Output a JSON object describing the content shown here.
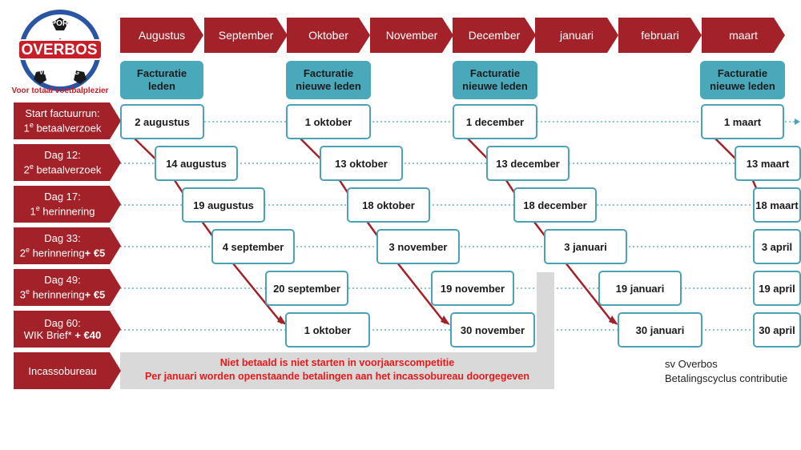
{
  "logo": {
    "top_text": "SPORT",
    "name": "OVERBOS",
    "bottom_text": "VERENIGING",
    "tagline": "Voor totaal voetbalplezier"
  },
  "months": [
    "Augustus",
    "September",
    "Oktober",
    "November",
    "December",
    "januari",
    "februari",
    "maart"
  ],
  "invoicing": [
    {
      "label": "Facturatie leden"
    },
    {
      "label": "Facturatie nieuwe leden"
    },
    {
      "label": "Facturatie nieuwe leden"
    },
    {
      "label": "Facturatie nieuwe leden"
    }
  ],
  "rows": [
    {
      "l1": "Start factuurrun:",
      "l2n": "1",
      "l2s": "e",
      "l2t": " betaalverzoek",
      "fee": ""
    },
    {
      "l1": "Dag 12:",
      "l2n": "2",
      "l2s": "e",
      "l2t": " betaalverzoek",
      "fee": ""
    },
    {
      "l1": "Dag 17:",
      "l2n": "1",
      "l2s": "e",
      "l2t": " herinnering",
      "fee": ""
    },
    {
      "l1": "Dag 33:",
      "l2n": "2",
      "l2s": "e",
      "l2t": " herinnering",
      "fee": "+ €5"
    },
    {
      "l1": "Dag 49:",
      "l2n": "3",
      "l2s": "e",
      "l2t": " herinnering",
      "fee": "+ €5"
    },
    {
      "l1": "Dag 60:",
      "l2n": "",
      "l2s": "",
      "l2t": "WIK Brief*",
      "fee": " + €40"
    },
    {
      "l1": "Incassobureau",
      "l2n": "",
      "l2s": "",
      "l2t": "",
      "fee": ""
    }
  ],
  "cycles": [
    {
      "dates": [
        "2 augustus",
        "14 augustus",
        "19 augustus",
        "4 september",
        "20 september",
        "1 oktober"
      ]
    },
    {
      "dates": [
        "1 oktober",
        "13 oktober",
        "18 oktober",
        "3 november",
        "19 november",
        "30 november"
      ]
    },
    {
      "dates": [
        "1 december",
        "13 december",
        "18 december",
        "3 januari",
        "19 januari",
        "30 januari"
      ]
    },
    {
      "dates": [
        "1 maart",
        "13 maart",
        "18 maart",
        "3 april",
        "19 april",
        "30 april"
      ]
    }
  ],
  "notice": {
    "line1": "Niet betaald is niet starten in voorjaarscompetitie",
    "line2": "Per januari worden openstaande betalingen aan het incassobureau doorgegeven"
  },
  "caption": {
    "line1": "sv Overbos",
    "line2": "Betalingscyclus contributie"
  },
  "colors": {
    "arrow_red": "#a32229",
    "teal": "#4aa8bb",
    "box_border": "#4aa2b4",
    "notice_red": "#e51a1a",
    "gray_area": "#d9d9d9"
  }
}
